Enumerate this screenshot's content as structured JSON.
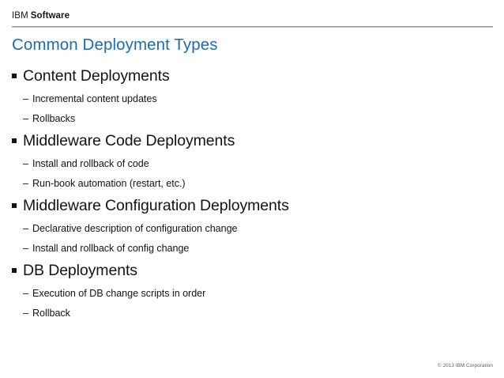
{
  "brand": {
    "primary": "IBM",
    "secondary": "Software"
  },
  "title": "Common Deployment Types",
  "colors": {
    "title_blue": "#1d6cab",
    "body_text": "#131313",
    "rule_gray": "#8d8d8d",
    "footer_gray": "#5d5d5d",
    "background": "#ffffff"
  },
  "markers": {
    "level1": "square-bullet",
    "level2": "–"
  },
  "groups": [
    {
      "heading": "Content Deployments",
      "items": [
        "Incremental content updates",
        "Rollbacks"
      ]
    },
    {
      "heading": "Middleware Code Deployments",
      "items": [
        "Install and rollback of code",
        "Run-book automation (restart, etc.)"
      ]
    },
    {
      "heading": "Middleware Configuration Deployments",
      "items": [
        "Declarative description of configuration change",
        "Install and rollback of config change"
      ]
    },
    {
      "heading": "DB Deployments",
      "items": [
        "Execution of DB change scripts in order",
        "Rollback"
      ]
    }
  ],
  "footer": "© 2013 IBM Corporation"
}
